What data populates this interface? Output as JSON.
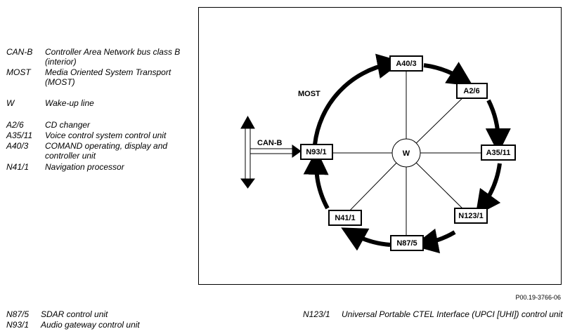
{
  "legend_left": [
    {
      "abbr": "CAN-B",
      "desc": "Controller Area Network bus class B (interior)"
    },
    {
      "abbr": "MOST",
      "desc": "Media Oriented System Transport (MOST)"
    },
    {
      "abbr": "W",
      "desc": "Wake-up line"
    },
    {
      "abbr": "A2/6",
      "desc": "CD changer"
    },
    {
      "abbr": "A35/11",
      "desc": "Voice control system control unit"
    },
    {
      "abbr": "A40/3",
      "desc": "COMAND operating, display and controller unit"
    },
    {
      "abbr": "N41/1",
      "desc": "Navigation processor"
    }
  ],
  "legend_bottom_left": [
    {
      "abbr": "N87/5",
      "desc": "SDAR control unit"
    },
    {
      "abbr": "N93/1",
      "desc": "Audio gateway control unit"
    }
  ],
  "legend_bottom_right": [
    {
      "abbr": "N123/1",
      "desc": "Universal Portable CTEL Interface (UPCI [UHI]) control unit"
    }
  ],
  "diagram": {
    "most_label": "MOST",
    "canb_label": "CAN-B",
    "hub_label": "W",
    "nodes": {
      "a40_3": "A40/3",
      "a2_6": "A2/6",
      "a35_11": "A35/11",
      "n123_1": "N123/1",
      "n87_5": "N87/5",
      "n41_1": "N41/1",
      "n93_1": "N93/1"
    }
  },
  "reference_code": "P00.19-3766-06"
}
